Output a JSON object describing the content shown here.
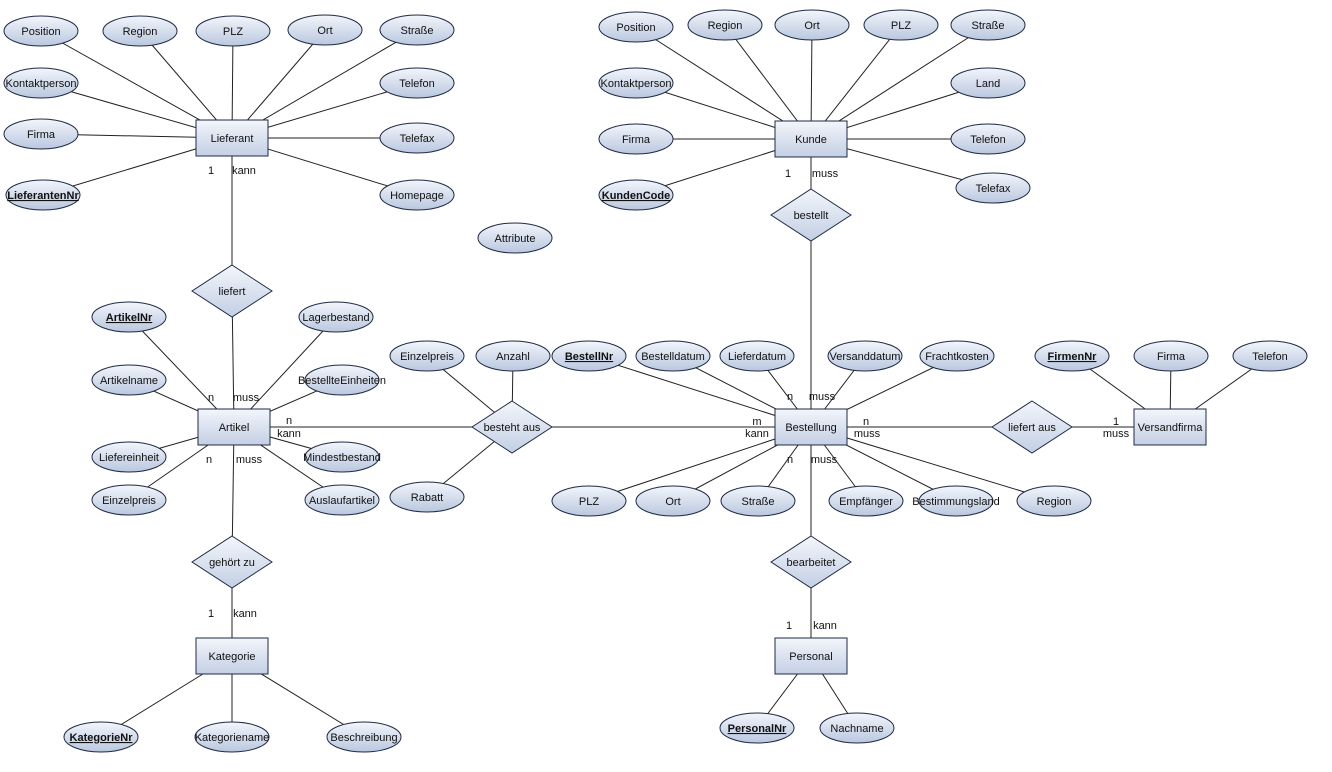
{
  "colors": {
    "fill_light": "#f3f6fb",
    "fill_dark": "#b9c7df",
    "stroke": "#1f2a44",
    "line": "#222222",
    "text": "#111111"
  },
  "entities": [
    {
      "id": "lieferant",
      "label": "Lieferant"
    },
    {
      "id": "kunde",
      "label": "Kunde"
    },
    {
      "id": "artikel",
      "label": "Artikel"
    },
    {
      "id": "bestellung",
      "label": "Bestellung"
    },
    {
      "id": "versandfirma",
      "label": "Versandfirma"
    },
    {
      "id": "kategorie",
      "label": "Kategorie"
    },
    {
      "id": "personal",
      "label": "Personal"
    }
  ],
  "relationships": [
    {
      "id": "liefert",
      "label": "liefert"
    },
    {
      "id": "bestellt",
      "label": "bestellt"
    },
    {
      "id": "besteht_aus",
      "label": "besteht aus"
    },
    {
      "id": "liefert_aus",
      "label": "liefert aus"
    },
    {
      "id": "gehoert_zu",
      "label": "gehört zu"
    },
    {
      "id": "bearbeitet",
      "label": "bearbeitet"
    }
  ],
  "attributes": [
    {
      "id": "l_position",
      "label": "Position",
      "key": false
    },
    {
      "id": "l_region",
      "label": "Region",
      "key": false
    },
    {
      "id": "l_plz",
      "label": "PLZ",
      "key": false
    },
    {
      "id": "l_ort",
      "label": "Ort",
      "key": false
    },
    {
      "id": "l_strasse",
      "label": "Straße",
      "key": false
    },
    {
      "id": "l_kontakt",
      "label": "Kontaktperson",
      "key": false
    },
    {
      "id": "l_telefon",
      "label": "Telefon",
      "key": false
    },
    {
      "id": "l_firma",
      "label": "Firma",
      "key": false
    },
    {
      "id": "l_telefax",
      "label": "Telefax",
      "key": false
    },
    {
      "id": "l_nr",
      "label": "LieferantenNr",
      "key": true
    },
    {
      "id": "l_homepage",
      "label": "Homepage",
      "key": false
    },
    {
      "id": "attribute",
      "label": "Attribute",
      "key": false
    },
    {
      "id": "k_position",
      "label": "Position",
      "key": false
    },
    {
      "id": "k_region",
      "label": "Region",
      "key": false
    },
    {
      "id": "k_ort",
      "label": "Ort",
      "key": false
    },
    {
      "id": "k_plz",
      "label": "PLZ",
      "key": false
    },
    {
      "id": "k_strasse",
      "label": "Straße",
      "key": false
    },
    {
      "id": "k_kontakt",
      "label": "Kontaktperson",
      "key": false
    },
    {
      "id": "k_land",
      "label": "Land",
      "key": false
    },
    {
      "id": "k_firma",
      "label": "Firma",
      "key": false
    },
    {
      "id": "k_telefon",
      "label": "Telefon",
      "key": false
    },
    {
      "id": "k_code",
      "label": "KundenCode",
      "key": true
    },
    {
      "id": "k_telefax",
      "label": "Telefax",
      "key": false
    },
    {
      "id": "a_nr",
      "label": "ArtikelNr",
      "key": true
    },
    {
      "id": "a_lager",
      "label": "Lagerbestand",
      "key": false
    },
    {
      "id": "a_name",
      "label": "Artikelname",
      "key": false
    },
    {
      "id": "a_bestellt",
      "label": "BestellteEinheiten",
      "key": false
    },
    {
      "id": "a_liefer",
      "label": "Liefereinheit",
      "key": false
    },
    {
      "id": "a_mindest",
      "label": "Mindestbestand",
      "key": false
    },
    {
      "id": "a_preis",
      "label": "Einzelpreis",
      "key": false
    },
    {
      "id": "a_auslauf",
      "label": "Auslaufartikel",
      "key": false
    },
    {
      "id": "ba_preis",
      "label": "Einzelpreis",
      "key": false
    },
    {
      "id": "ba_anzahl",
      "label": "Anzahl",
      "key": false
    },
    {
      "id": "ba_rabatt",
      "label": "Rabatt",
      "key": false
    },
    {
      "id": "b_nr",
      "label": "BestellNr",
      "key": true
    },
    {
      "id": "b_datum",
      "label": "Bestelldatum",
      "key": false
    },
    {
      "id": "b_lieferdatum",
      "label": "Lieferdatum",
      "key": false
    },
    {
      "id": "b_versanddatum",
      "label": "Versanddatum",
      "key": false
    },
    {
      "id": "b_fracht",
      "label": "Frachtkosten",
      "key": false
    },
    {
      "id": "b_plz",
      "label": "PLZ",
      "key": false
    },
    {
      "id": "b_ort",
      "label": "Ort",
      "key": false
    },
    {
      "id": "b_strasse",
      "label": "Straße",
      "key": false
    },
    {
      "id": "b_empf",
      "label": "Empfänger",
      "key": false
    },
    {
      "id": "b_land",
      "label": "Bestimmungsland",
      "key": false
    },
    {
      "id": "b_region",
      "label": "Region",
      "key": false
    },
    {
      "id": "v_nr",
      "label": "FirmenNr",
      "key": true
    },
    {
      "id": "v_firma",
      "label": "Firma",
      "key": false
    },
    {
      "id": "v_telefon",
      "label": "Telefon",
      "key": false
    },
    {
      "id": "kat_nr",
      "label": "KategorieNr",
      "key": true
    },
    {
      "id": "kat_name",
      "label": "Kategoriename",
      "key": false
    },
    {
      "id": "kat_beschr",
      "label": "Beschreibung",
      "key": false
    },
    {
      "id": "p_nr",
      "label": "PersonalNr",
      "key": true
    },
    {
      "id": "p_name",
      "label": "Nachname",
      "key": false
    }
  ],
  "cardinalities": [
    {
      "id": "c1",
      "label": "1"
    },
    {
      "id": "c2",
      "label": "kann"
    },
    {
      "id": "c3",
      "label": "n"
    },
    {
      "id": "c4",
      "label": "muss"
    },
    {
      "id": "c5",
      "label": "1"
    },
    {
      "id": "c6",
      "label": "muss"
    },
    {
      "id": "c7",
      "label": "n"
    },
    {
      "id": "c8",
      "label": "kann"
    },
    {
      "id": "c9",
      "label": "m"
    },
    {
      "id": "c10",
      "label": "kann"
    },
    {
      "id": "c11",
      "label": "n"
    },
    {
      "id": "c12",
      "label": "muss"
    },
    {
      "id": "c13",
      "label": "n"
    },
    {
      "id": "c14",
      "label": "muss"
    },
    {
      "id": "c15",
      "label": "1"
    },
    {
      "id": "c16",
      "label": "muss"
    },
    {
      "id": "c17",
      "label": "n"
    },
    {
      "id": "c18",
      "label": "muss"
    },
    {
      "id": "c19",
      "label": "1"
    },
    {
      "id": "c20",
      "label": "kann"
    },
    {
      "id": "c21",
      "label": "n"
    },
    {
      "id": "c22",
      "label": "muss"
    },
    {
      "id": "c23",
      "label": "1"
    },
    {
      "id": "c24",
      "label": "kann"
    }
  ]
}
